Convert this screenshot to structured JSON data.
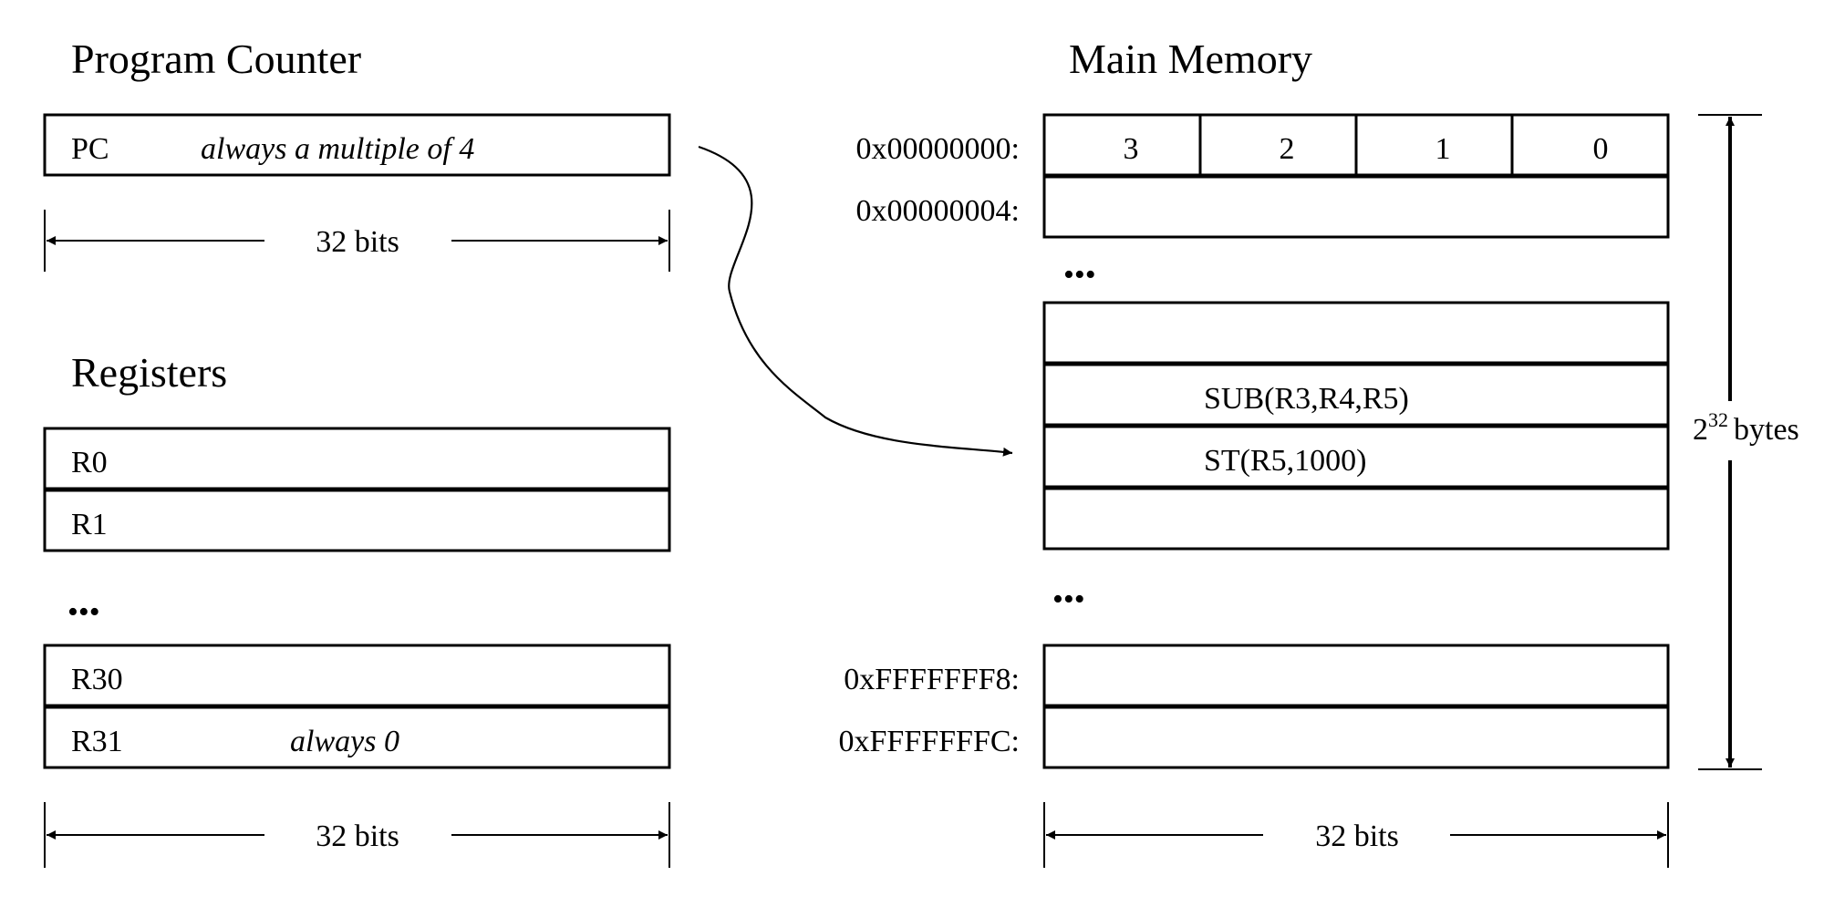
{
  "program_counter": {
    "title": "Program Counter",
    "label": "PC",
    "note": "always a multiple of 4",
    "width_label": "32 bits"
  },
  "registers": {
    "title": "Registers",
    "top": [
      "R0",
      "R1"
    ],
    "ellipsis": "•••",
    "bottom": [
      "R30",
      "R31"
    ],
    "r31_note": "always 0",
    "width_label": "32 bits"
  },
  "main_memory": {
    "title": "Main Memory",
    "byte_labels": [
      "3",
      "2",
      "1",
      "0"
    ],
    "addresses": [
      "0x00000000:",
      "0x00000004:",
      "0xFFFFFFF8:",
      "0xFFFFFFFC:"
    ],
    "ellipsis": "•••",
    "instructions": [
      "SUB(R3,R4,R5)",
      "ST(R5,1000)"
    ],
    "size_base": "2",
    "size_exponent": "32",
    "size_unit": "bytes",
    "width_label": "32 bits"
  }
}
